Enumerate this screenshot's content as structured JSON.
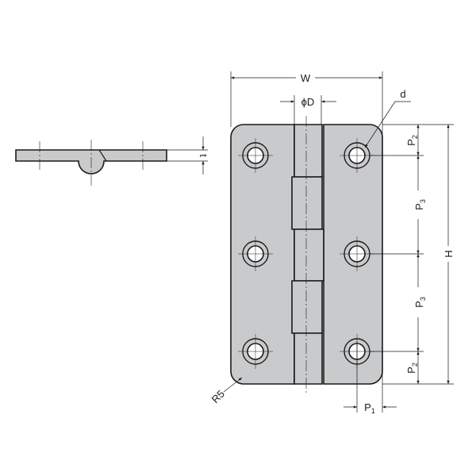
{
  "drawing": {
    "colors": {
      "plate": "#c9cacc",
      "line": "#1a1a1a"
    },
    "labels": {
      "width": "W",
      "pin_diameter": "ϕD",
      "hole_diameter": "d",
      "height": "H",
      "thickness": "t",
      "corner_radius": "R5",
      "pitch_1": {
        "main": "P",
        "sub": "1"
      },
      "pitch_2_top": {
        "main": "P",
        "sub": "2"
      },
      "pitch_3_top": {
        "main": "P",
        "sub": "3"
      },
      "pitch_3_bottom": {
        "main": "P",
        "sub": "3"
      },
      "pitch_2_bottom": {
        "main": "P",
        "sub": "2"
      }
    }
  }
}
